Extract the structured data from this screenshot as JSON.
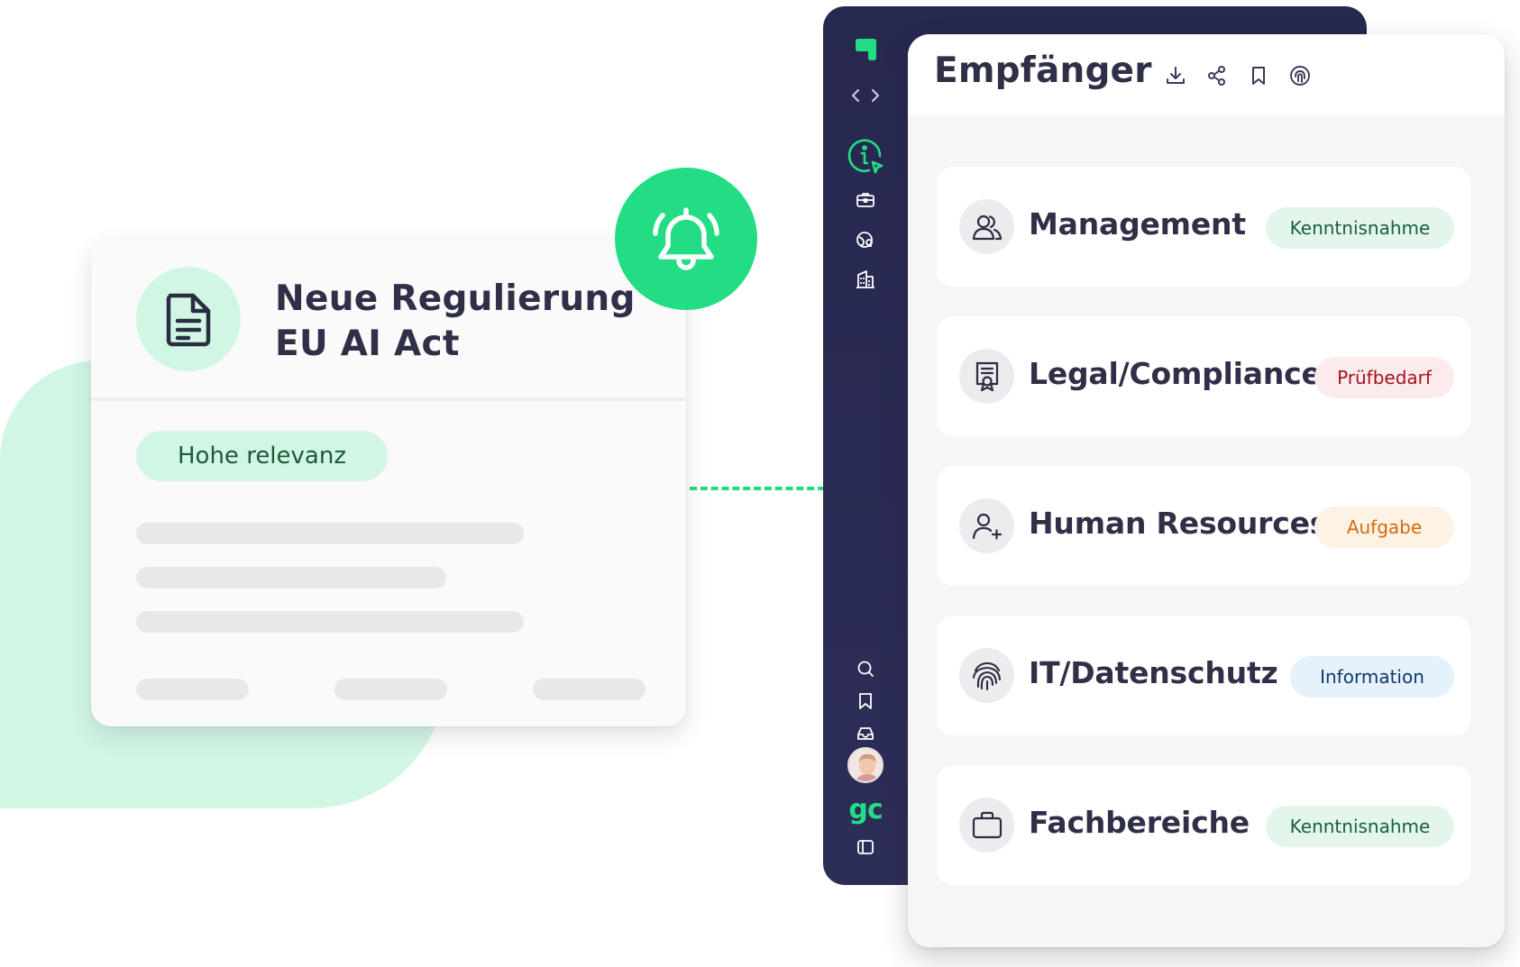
{
  "notification": {
    "title_line1": "Neue Regulierung",
    "title_line2": "EU AI Act",
    "relevance_tag": "Hohe relevanz",
    "icon": "document-icon",
    "alert_icon": "bell-icon"
  },
  "sidebar": {
    "items": [
      {
        "id": "logo",
        "icon": "brand-logo-icon"
      },
      {
        "id": "history",
        "icon": "chevron-back-forward-icon"
      },
      {
        "id": "info",
        "icon": "info-circle-icon"
      },
      {
        "id": "briefcase",
        "icon": "briefcase-icon"
      },
      {
        "id": "global",
        "icon": "globe-icon"
      },
      {
        "id": "building",
        "icon": "building-icon"
      },
      {
        "id": "search",
        "icon": "search-icon"
      },
      {
        "id": "bookmarks",
        "icon": "bookmark-icon"
      },
      {
        "id": "inbox",
        "icon": "inbox-icon"
      },
      {
        "id": "profile",
        "icon": "avatar"
      },
      {
        "id": "panel-toggle",
        "icon": "panel-toggle-icon"
      }
    ],
    "brand_text": "gc"
  },
  "panel": {
    "title": "Empfänger",
    "actions": [
      "download-icon",
      "share-icon",
      "bookmark-icon",
      "fingerprint-icon"
    ],
    "recipients": [
      {
        "label": "Management",
        "badge": "Kenntnisnahme",
        "badge_bg": "#e4f6eb",
        "badge_fg": "#17603a",
        "icon": "users-icon"
      },
      {
        "label": "Legal/Compliance",
        "badge": "Prüfbedarf",
        "badge_bg": "#fcebec",
        "badge_fg": "#a3121d",
        "icon": "certificate-icon"
      },
      {
        "label": "Human Resources",
        "badge": "Aufgabe",
        "badge_bg": "#fdf3e4",
        "badge_fg": "#d56a0a",
        "icon": "user-plus-icon"
      },
      {
        "label": "IT/Datenschutz",
        "badge": "Information",
        "badge_bg": "#e5f1fb",
        "badge_fg": "#12396b",
        "icon": "fingerprint-icon"
      },
      {
        "label": "Fachbereiche",
        "badge": "Kenntnisnahme",
        "badge_bg": "#e4f6eb",
        "badge_fg": "#17603a",
        "icon": "briefcase-icon"
      }
    ]
  },
  "colors": {
    "accent": "#22dd84",
    "mint": "#d2f6e4",
    "sidebar": "#2a2b52"
  }
}
